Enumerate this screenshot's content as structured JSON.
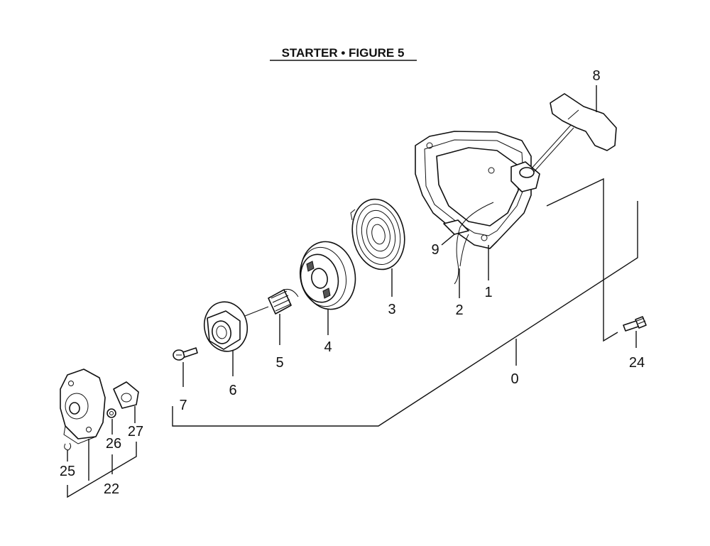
{
  "title": "STARTER • FIGURE 5",
  "labels": {
    "p0": "0",
    "p1": "1",
    "p2": "2",
    "p3": "3",
    "p4": "4",
    "p5": "5",
    "p6": "6",
    "p7": "7",
    "p8": "8",
    "p9": "9",
    "p22": "22",
    "p24": "24",
    "p25": "25",
    "p26": "26",
    "p27": "27"
  }
}
